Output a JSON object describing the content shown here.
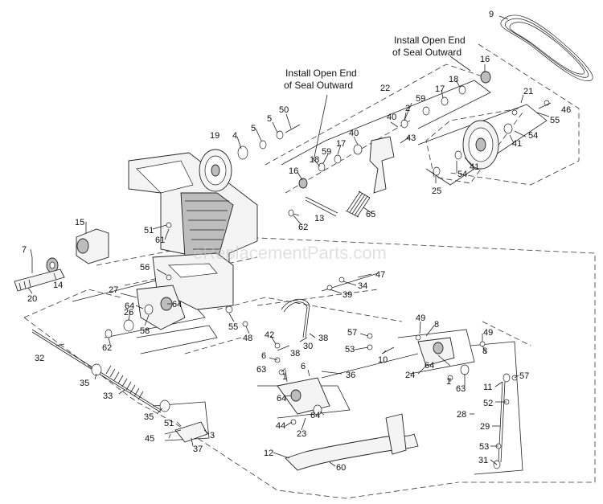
{
  "notes": {
    "seal_note_right_l1": "Install Open End",
    "seal_note_right_l2": "of Seal Outward",
    "seal_note_left_l1": "Install Open End",
    "seal_note_left_l2": "of Seal Outward"
  },
  "watermark": "eReplacementParts.com",
  "callouts": {
    "c9": "9",
    "c16a": "16",
    "c18a": "18",
    "c17a": "17",
    "c59a": "59",
    "c22": "22",
    "c21": "21",
    "c46": "46",
    "c55a": "55",
    "c2": "2",
    "c40a": "40",
    "c40b": "40",
    "c43": "43",
    "c50": "50",
    "c5a": "5",
    "c5b": "5",
    "c4": "4",
    "c19": "19",
    "c18b": "18",
    "c59b": "59",
    "c17b": "17",
    "c16b": "16",
    "c41a": "41",
    "c54a": "54",
    "c41b": "41",
    "c54b": "54",
    "c25": "25",
    "c13": "13",
    "c62a": "62",
    "c65": "65",
    "c15": "15",
    "c51a": "51",
    "c61": "61",
    "c7": "7",
    "c14": "14",
    "c20": "20",
    "c56": "56",
    "c47": "47",
    "c34": "34",
    "c39": "39",
    "c27": "27",
    "c64a": "64",
    "c64b": "64",
    "c26": "26",
    "c58": "58",
    "c62b": "62",
    "c55b": "55",
    "c48": "48",
    "c42": "42",
    "c38a": "38",
    "c38b": "38",
    "c30": "30",
    "c57a": "57",
    "c53a": "53",
    "c10": "10",
    "c49a": "49",
    "c8a": "8",
    "c49b": "49",
    "c8b": "8",
    "c24": "24",
    "c64c": "64",
    "c1a": "1",
    "c63a": "63",
    "c57b": "57",
    "c32": "32",
    "c6a": "6",
    "c63b": "63",
    "c1b": "1",
    "c6b": "6",
    "c36": "36",
    "c35a": "35",
    "c33": "33",
    "c64d": "64",
    "c64e": "64",
    "c35b": "35",
    "c51b": "51",
    "c3": "3",
    "c44": "44",
    "c23": "23",
    "c45": "45",
    "c37": "37",
    "c11": "11",
    "c52": "52",
    "c28": "28",
    "c29": "29",
    "c53b": "53",
    "c31": "31",
    "c12": "12",
    "c60": "60"
  }
}
